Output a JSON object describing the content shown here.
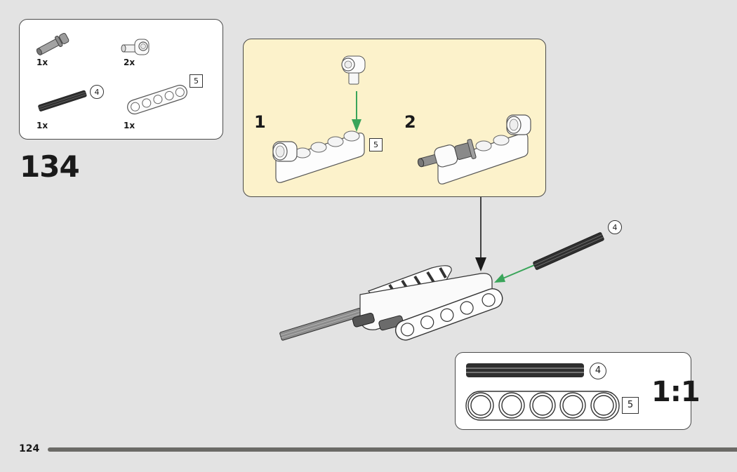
{
  "page": {
    "page_number": "124",
    "step_number": "134"
  },
  "parts_list": {
    "items": [
      {
        "name": "long-pin-with-bush",
        "quantity": "1x",
        "color": "#9a9a9a"
      },
      {
        "name": "axle-pin-perpendicular-connector",
        "quantity": "2x",
        "color": "#ffffff"
      },
      {
        "name": "axle",
        "quantity": "1x",
        "length_label": "4",
        "color": "#2f2f2f"
      },
      {
        "name": "beam",
        "quantity": "1x",
        "length_label": "5",
        "color": "#ffffff"
      }
    ]
  },
  "sub_assembly": {
    "background": "#fcf2cb",
    "steps": [
      {
        "number": "1",
        "beam_length_label": "5"
      },
      {
        "number": "2"
      }
    ]
  },
  "main_step": {
    "axle_length_label": "4",
    "arrow_color_insert": "#3aa55a",
    "arrow_color_attach": "#1a1a1a"
  },
  "scale_reference": {
    "axle_label": "4",
    "beam_label": "5",
    "scale_text": "1:1"
  }
}
